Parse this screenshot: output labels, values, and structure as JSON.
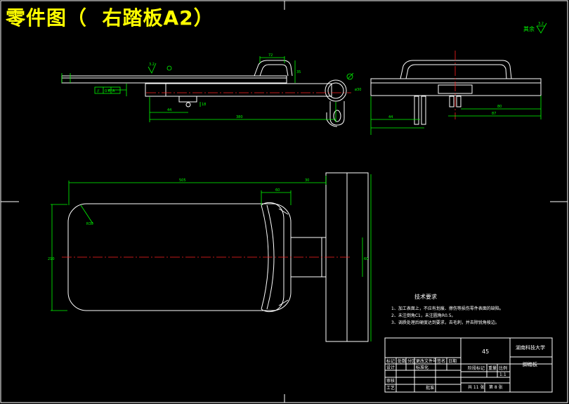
{
  "title": "零件图（  右踏板A2）",
  "roughness_note": "其余",
  "roughness_value": "3.2",
  "colors": {
    "background": "#000000",
    "outline": "#ffffff",
    "dimension": "#00ff00",
    "centerline": "#ff2020",
    "title_text": "#ffff00"
  },
  "tech_requirements": {
    "heading": "技术要求",
    "items": [
      "1、加工表面上，不应有划痕、擦伤等损伤零件表面的缺陷。",
      "2、未注倒角C1，未注圆角R0.5。",
      "3、调质处理后硬度达到要求，去毛刺，并去除锐角棱边。"
    ]
  },
  "title_block": {
    "material": "45",
    "school": "湖南科技大学",
    "part_name": "脚踏板",
    "scale": "1:1",
    "sheet_total": "共 11 张",
    "sheet_no": "第 8 张",
    "header_row": [
      "标记",
      "处数",
      "分区",
      "更改文件号",
      "签名",
      "日期"
    ],
    "design_label": "设计",
    "standard_label": "标准化",
    "review_label": "审核",
    "process_label": "工艺",
    "approve_label": "批准",
    "stage_label": "阶段标记",
    "weight_label": "重量",
    "scale_label": "比例"
  }
}
